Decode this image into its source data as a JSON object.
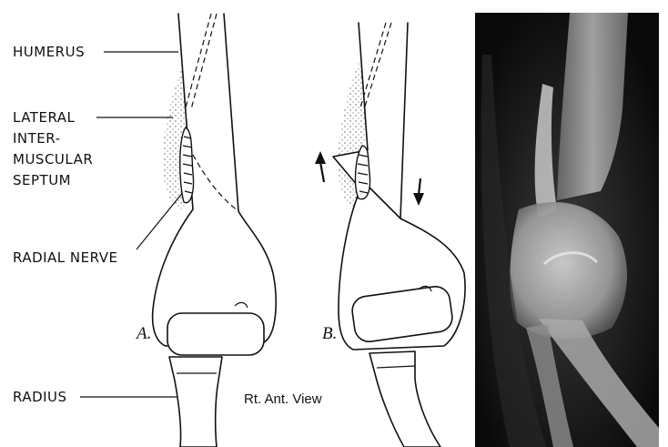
{
  "labels": {
    "humerus": "HUMERUS",
    "septum_line1": "LATERAL",
    "septum_line2": "INTER-",
    "septum_line3": "MUSCULAR",
    "septum_line4": "SEPTUM",
    "radial_nerve": "RADIAL NERVE",
    "radius": "RADIUS",
    "panel_a": "A.",
    "panel_b": "B.",
    "view": "Rt. Ant. View"
  },
  "colors": {
    "ink": "#111111",
    "paper": "#ffffff",
    "xray_bg": "#0d0d0d"
  }
}
